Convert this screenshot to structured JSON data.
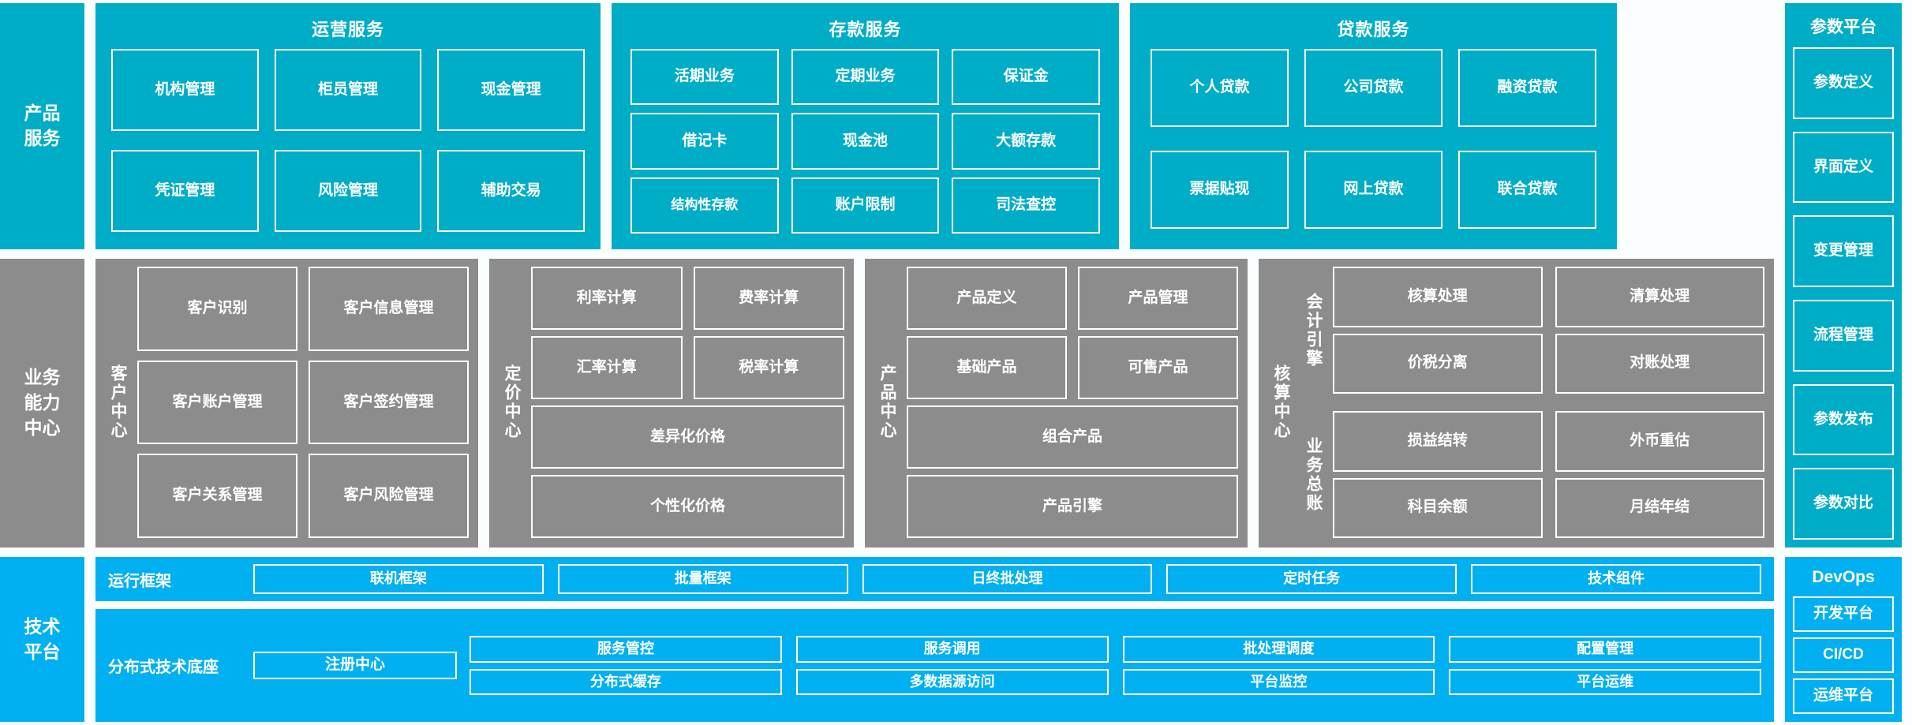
{
  "colors": {
    "product_service_band": "#00adc6",
    "business_capability_band": "#8c8c8c",
    "technical_platform_band": "#00b0f0",
    "box_border": "#ffffff",
    "text": "#ffffff",
    "page_background": "#fbfeff"
  },
  "bands": {
    "product_service": {
      "label": "产品\n服务",
      "groups": [
        {
          "title": "运营服务",
          "items": [
            "机构管理",
            "柜员管理",
            "现金管理",
            "凭证管理",
            "风险管理",
            "辅助交易"
          ]
        },
        {
          "title": "存款服务",
          "items": [
            "活期业务",
            "定期业务",
            "保证金",
            "借记卡",
            "现金池",
            "大额存款",
            "结构性存款",
            "账户限制",
            "司法查控"
          ]
        },
        {
          "title": "贷款服务",
          "items": [
            "个人贷款",
            "公司贷款",
            "融资贷款",
            "票据贴现",
            "网上贷款",
            "联合贷款"
          ]
        }
      ]
    },
    "business_capability": {
      "label": "业务\n能力\n中心",
      "centers": [
        {
          "name": "客户中心",
          "items": [
            "客户识别",
            "客户信息管理",
            "客户账户管理",
            "客户签约管理",
            "客户关系管理",
            "客户风险管理"
          ]
        },
        {
          "name": "定价中心",
          "items": [
            "利率计算",
            "费率计算",
            "汇率计算",
            "税率计算"
          ],
          "wide_items": [
            "差异化价格",
            "个性化价格"
          ]
        },
        {
          "name": "产品中心",
          "items": [
            "产品定义",
            "产品管理",
            "基础产品",
            "可售产品"
          ],
          "wide_items": [
            "组合产品",
            "产品引擎"
          ]
        },
        {
          "name": "核算中心",
          "subgroups": [
            {
              "name": "会计引擎",
              "items": [
                "核算处理",
                "清算处理",
                "价税分离",
                "对账处理"
              ]
            },
            {
              "name": "业务总账",
              "items": [
                "损益结转",
                "外币重估",
                "科目余额",
                "月结年结"
              ]
            }
          ]
        }
      ]
    },
    "technical_platform": {
      "label": "技术\n平台",
      "rows": [
        {
          "caption": "运行框架",
          "items": [
            "联机框架",
            "批量框架",
            "日终批处理",
            "定时任务",
            "技术组件"
          ]
        },
        {
          "caption": "分布式技术底座",
          "feature_item": "注册中心",
          "items": [
            "服务管控",
            "服务调用",
            "批处理调度",
            "配置管理",
            "分布式缓存",
            "多数据源访问",
            "平台监控",
            "平台运维"
          ]
        }
      ]
    }
  },
  "rails": {
    "parameter_platform": {
      "title": "参数平台",
      "items": [
        "参数定义",
        "界面定义",
        "变更管理",
        "流程管理",
        "参数发布",
        "参数对比"
      ]
    },
    "devops": {
      "title": "DevOps",
      "items": [
        "开发平台",
        "CI/CD",
        "运维平台"
      ]
    }
  }
}
